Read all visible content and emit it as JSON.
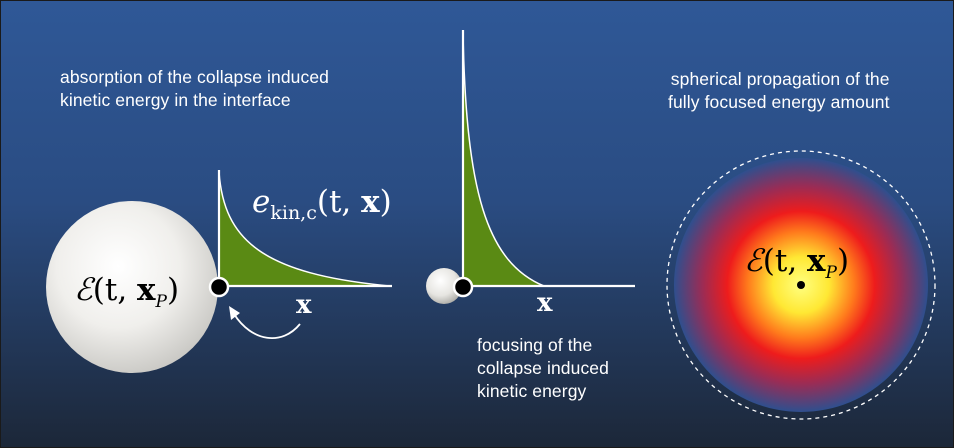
{
  "captions": {
    "left": [
      "absorption of the collapse induced",
      "kinetic energy in the interface"
    ],
    "middle": [
      "focusing of the",
      "collapse induced",
      "kinetic energy"
    ],
    "right": [
      "spherical propagation of the",
      "fully focused energy amount"
    ]
  },
  "math": {
    "energy_left": {
      "script": "ℰ",
      "open": "(t, ",
      "bold": "x",
      "sub": "P",
      "close": ")"
    },
    "kinetic_energy": {
      "base": "e",
      "sub": "kin,c",
      "open": "(t, ",
      "bold": "x",
      "close": ")"
    },
    "axis_left": "x",
    "axis_middle": "x",
    "energy_right": {
      "script": "ℰ",
      "open": "(t, ",
      "bold": "x",
      "sub": "P",
      "close": ")"
    }
  },
  "colors": {
    "background_top": "#2f5897",
    "background_bottom": "#1e2a3e",
    "curve_fill": "#5a8a14",
    "sphere": "#f0f0ee",
    "glow_inner": "#ffff66",
    "glow_mid": "#ff2a1a",
    "glow_outer": "#2a4c8c"
  }
}
